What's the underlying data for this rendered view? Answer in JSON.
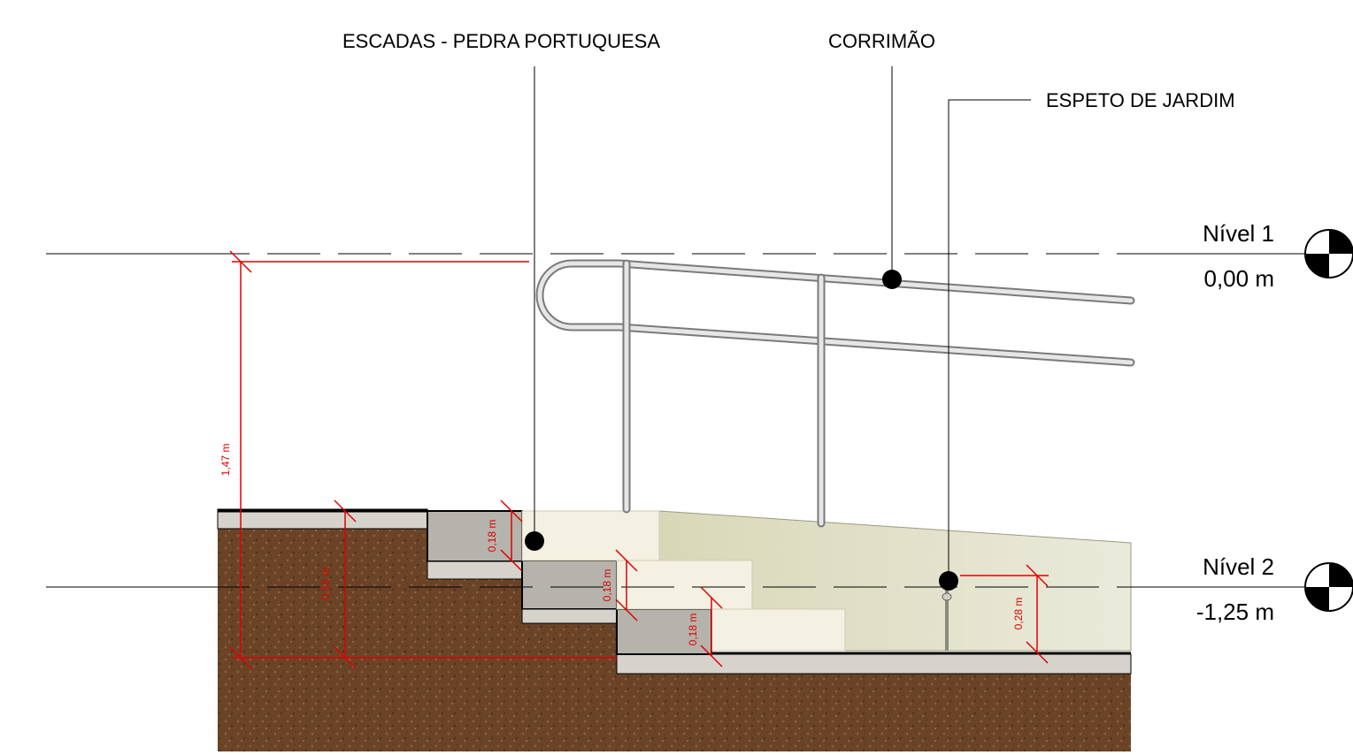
{
  "labels": {
    "stairs": "ESCADAS - PEDRA PORTUQUESA",
    "handrail": "CORRIMÃO",
    "garden_spike": "ESPETO DE JARDIM"
  },
  "levels": [
    {
      "name": "Nível 1",
      "elevation": "0,00 m"
    },
    {
      "name": "Nível 2",
      "elevation": "-1,25 m"
    }
  ],
  "dimensions": {
    "total_height": "1,47 m",
    "stair_height": "0,56 m",
    "riser_1": "0,18 m",
    "riser_2": "0,18 m",
    "riser_3": "0,18 m",
    "spike_height": "0,28 m"
  },
  "colors": {
    "soil": "#6b4428",
    "concrete": "#b5b3ab",
    "step_face": "#f4f1e2",
    "wall": "#e2e2c6",
    "dimension": "#e00000",
    "handrail": "#d2d2d2"
  }
}
